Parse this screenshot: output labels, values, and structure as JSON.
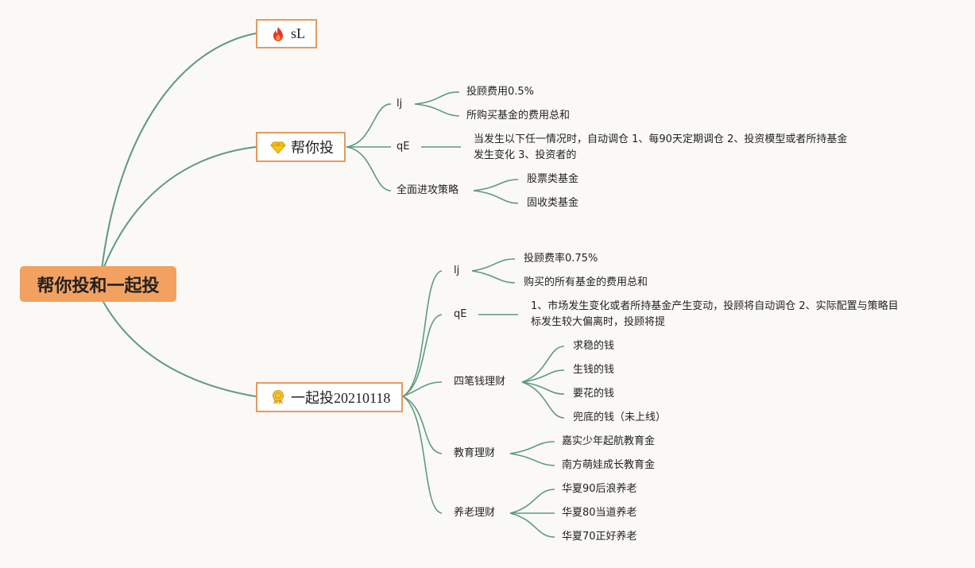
{
  "root": {
    "label": "帮你投和一起投"
  },
  "branch_sl": {
    "label": "sL",
    "icon": "fire-icon"
  },
  "branch_bangnitou": {
    "label": "帮你投",
    "icon": "diamond-icon",
    "fee_group": {
      "label": "lj",
      "items": [
        "投顾费用0.5%",
        "所购买基金的费用总和"
      ]
    },
    "rebalance": {
      "label": "qE",
      "text_line1": "当发生以下任一情况时，自动调仓 1、每90天定期调仓 2、投资模型或者所持基金",
      "text_line2": "发生变化 3、投资者的"
    },
    "strategy": {
      "label": "全面进攻策略",
      "items": [
        "股票类基金",
        "固收类基金"
      ]
    }
  },
  "branch_yiqitou": {
    "label": "一起投20210118",
    "icon": "award-ribbon-icon",
    "fee_group": {
      "label": "lj",
      "items": [
        "投顾费率0.75%",
        "购买的所有基金的费用总和"
      ]
    },
    "rebalance": {
      "label": "qE",
      "text_line1": "1、市场发生变化或者所持基金产生变动，投顾将自动调仓 2、实际配置与策略目",
      "text_line2": "标发生较大偏离时，投顾将提"
    },
    "four_money": {
      "label": "四笔钱理财",
      "items": [
        "求稳的钱",
        "生钱的钱",
        "要花的钱",
        "兜底的钱（未上线）"
      ]
    },
    "education": {
      "label": "教育理财",
      "items": [
        "嘉实少年起航教育金",
        "南方萌娃成长教育金"
      ]
    },
    "pension": {
      "label": "养老理财",
      "items": [
        "华夏90后浪养老",
        "华夏80当道养老",
        "华夏70正好养老"
      ]
    }
  },
  "colors": {
    "line": "#5e9985",
    "root_fill": "#f2a160",
    "box_border": "#e59a62",
    "background": "#faf9f6"
  }
}
